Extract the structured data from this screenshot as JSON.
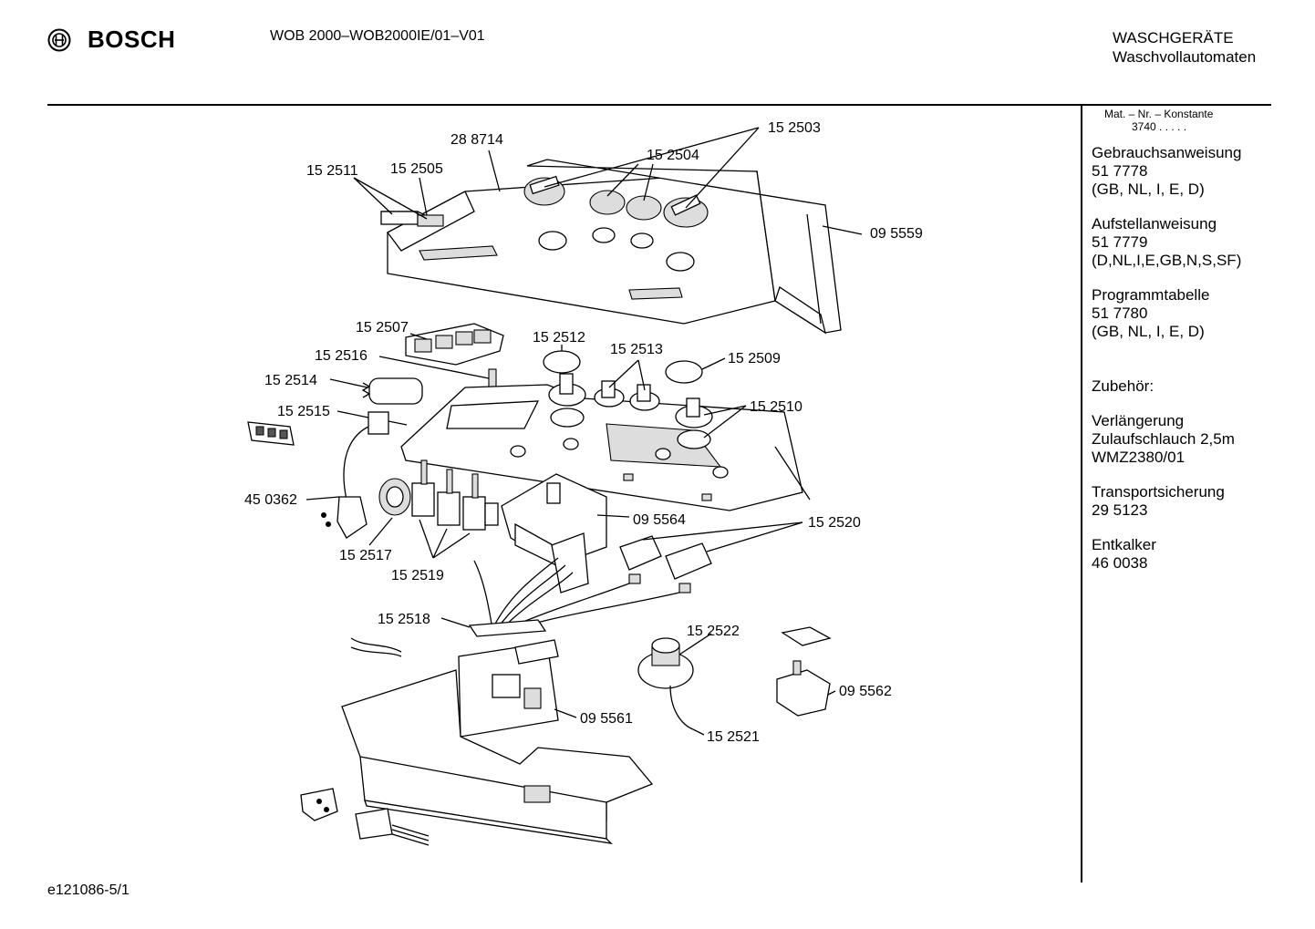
{
  "header": {
    "brand": "BOSCH",
    "model": "WOB 2000–WOB2000IE/01–V01",
    "category_line1": "WASCHGERÄTE",
    "category_line2": "Waschvollautomaten"
  },
  "sidebar": {
    "const_label": "Mat. – Nr. – Konstante",
    "const_value": "3740  .  .  .  .  .",
    "blocks": [
      {
        "title": "Gebrauchsanweisung",
        "number": "51 7778",
        "langs": "(GB, NL, I, E, D)"
      },
      {
        "title": "Aufstellanweisung",
        "number": "51 7779",
        "langs": "(D,NL,I,E,GB,N,S,SF)"
      },
      {
        "title": "Programmtabelle",
        "number": "51 7780",
        "langs": "(GB, NL, I, E, D)"
      }
    ],
    "accessories_title": "Zubehör:",
    "accessories": [
      {
        "name1": "Verlängerung",
        "name2": "Zulaufschlauch 2,5m",
        "number": "WMZ2380/01"
      },
      {
        "name1": "Transportsicherung",
        "name2": "",
        "number": "29 5123"
      },
      {
        "name1": "Entkalker",
        "name2": "",
        "number": "46 0038"
      }
    ]
  },
  "footer": {
    "code": "e121086-5/1"
  },
  "parts": {
    "p152503": "15 2503",
    "p288714": "28 8714",
    "p152504": "15 2504",
    "p152511": "15 2511",
    "p152505": "15 2505",
    "p095559": "09 5559",
    "p152507": "15 2507",
    "p152512": "15 2512",
    "p152513": "15 2513",
    "p152516": "15 2516",
    "p152509": "15 2509",
    "p152514": "15 2514",
    "p152515": "15 2515",
    "p152510": "15 2510",
    "p450362": "45 0362",
    "p095564": "09 5564",
    "p152520": "15 2520",
    "p152517": "15 2517",
    "p152519": "15 2519",
    "p152518": "15 2518",
    "p152522": "15 2522",
    "p095562": "09 5562",
    "p095561": "09 5561",
    "p152521": "15 2521"
  }
}
